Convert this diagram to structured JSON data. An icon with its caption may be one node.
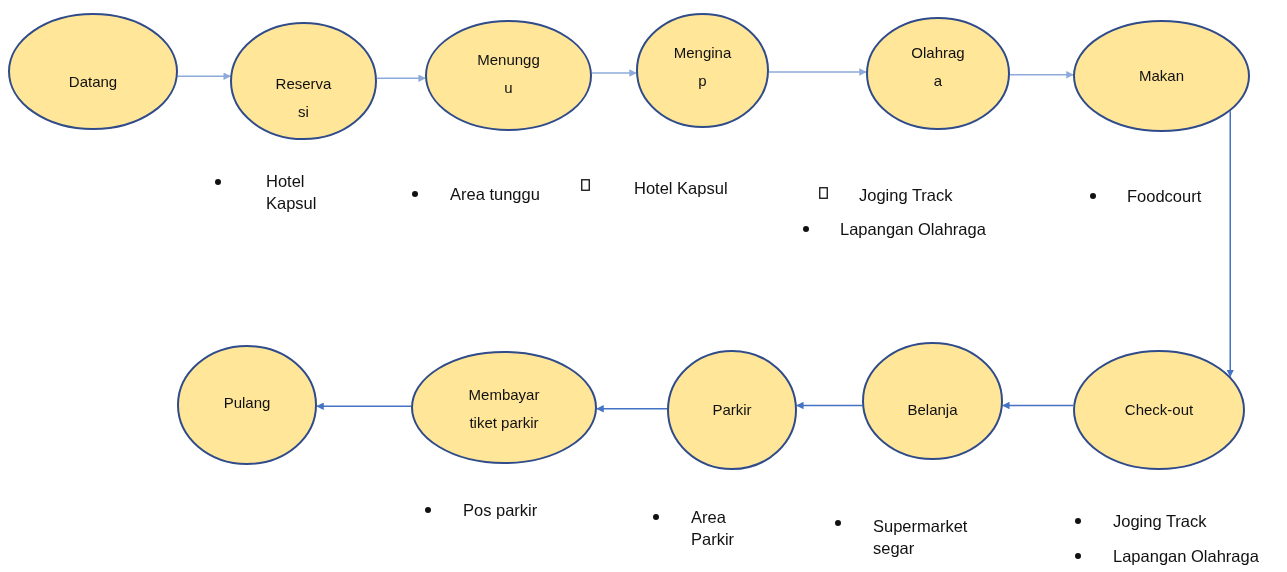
{
  "diagram": {
    "nodes": [
      {
        "text": [
          "Datang"
        ]
      },
      {
        "text": [
          "Reserva si"
        ],
        "beside": [
          "Hotel Kapsul"
        ]
      },
      {
        "text": [
          "Menungg u"
        ],
        "beside": [
          "Area tunggu"
        ]
      },
      {
        "text": [
          "Mengina p"
        ],
        "beside": [
          "Hotel Kapsul"
        ]
      },
      {
        "text": [
          "Olahrag a"
        ],
        "beside": [
          "Joging Track",
          "Lapangan Olahraga"
        ]
      },
      {
        "text": [
          "Makan"
        ],
        "beside": [
          "Foodcourt"
        ]
      },
      {
        "text": [
          "Check-out"
        ],
        "beside": [
          "Joging Track",
          "Lapangan Olahraga"
        ]
      },
      {
        "text": [
          "Belanja"
        ],
        "beside": [
          "Supermarket segar"
        ]
      },
      {
        "text": [
          "Parkir"
        ],
        "beside": [
          "Area Parkir"
        ]
      },
      {
        "text": [
          "Membayar tiket parkir"
        ],
        "beside": [
          "Pos parkir"
        ]
      },
      {
        "text": [
          "Pulang"
        ]
      }
    ],
    "edges": [
      {
        "from": 0,
        "to": 1,
        "arrow": "to",
        "color": "#8eaadb"
      },
      {
        "from": 1,
        "to": 2,
        "arrow": "to",
        "color": "#8eaadb"
      },
      {
        "from": 2,
        "to": 3,
        "arrow": "to",
        "color": "#8eaadb"
      },
      {
        "from": 3,
        "to": 4,
        "arrow": "to",
        "color": "#8eaadb"
      },
      {
        "from": 4,
        "to": 5,
        "arrow": "to",
        "color": "#8eaadb"
      },
      {
        "from": 5,
        "to": 6,
        "arrow": "to",
        "color": "#4472c4"
      },
      {
        "from": 6,
        "to": 7,
        "arrow": "to",
        "color": "#4472c4"
      },
      {
        "from": 7,
        "to": 8,
        "arrow": "to",
        "color": "#4472c4"
      },
      {
        "from": 8,
        "to": 9,
        "arrow": "to",
        "color": "#4472c4"
      },
      {
        "from": 9,
        "to": 10,
        "arrow": "to",
        "color": "#4472c4"
      }
    ]
  }
}
